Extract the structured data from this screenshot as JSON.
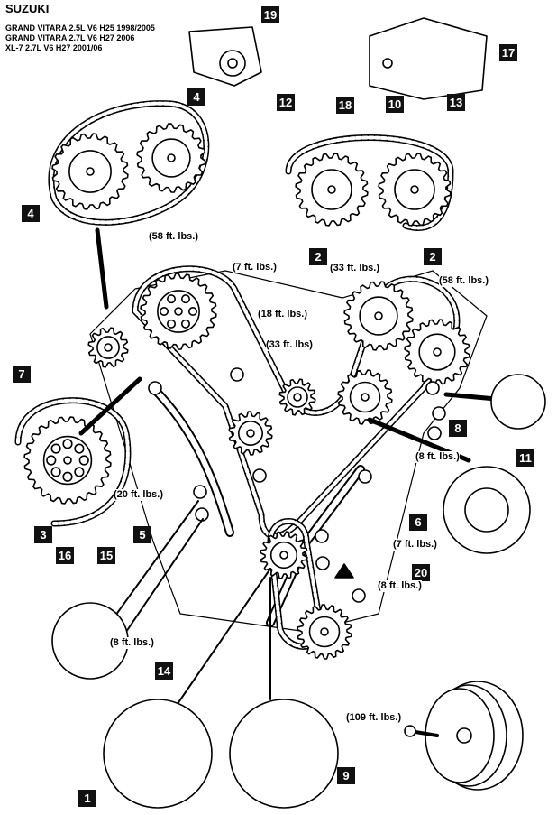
{
  "header": {
    "brand": "SUZUKI",
    "models": [
      "GRAND VITARA  2.5L V6 H25 1998/2005",
      "GRAND VITARA  2.7L V6 H27  2006",
      "XL-7  2.7L V6  H27  2001/06"
    ]
  },
  "callouts": [
    "19",
    "17",
    "4",
    "12",
    "18",
    "10",
    "13",
    "4",
    "2",
    "2",
    "7",
    "8",
    "11",
    "6",
    "3",
    "5",
    "16",
    "15",
    "20",
    "14",
    "9",
    "1"
  ],
  "torque_labels": [
    "(58 ft. lbs.)",
    "(7 ft. lbs.)",
    "(33 ft. lbs.)",
    "(58 ft. lbs.)",
    "(18 ft. lbs.)",
    "(33 ft. lbs)",
    "(8 ft. lbs.)",
    "(20 ft. lbs.)",
    "(7 ft. lbs.)",
    "(8 ft. lbs.)",
    "(8 ft. lbs.)",
    "(109 ft. lbs.)"
  ]
}
